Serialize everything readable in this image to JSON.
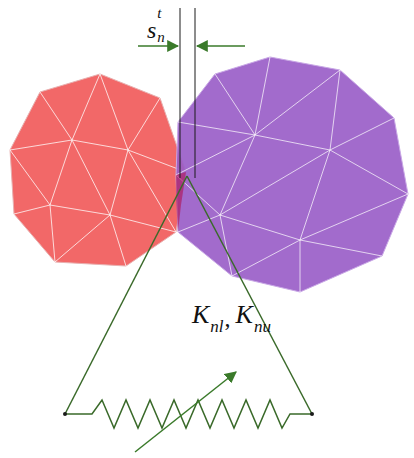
{
  "diagram": {
    "labels": [
      "s",
      "t",
      "n",
      "K",
      "nl",
      ",",
      "K",
      "nu"
    ]
  }
}
